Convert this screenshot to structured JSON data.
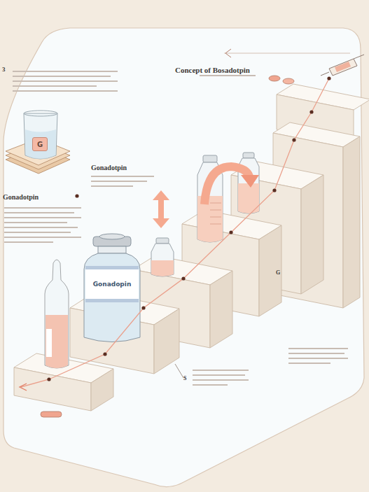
{
  "diagram": {
    "title": "Concept of Bosadotpin",
    "nodes": [
      {
        "text": [
          "G"
        ]
      },
      {
        "text": [
          "Gonadopin"
        ]
      }
    ],
    "labels": [
      "3",
      "Gonadotpin",
      "Gonadotpin",
      "G",
      "S"
    ]
  }
}
